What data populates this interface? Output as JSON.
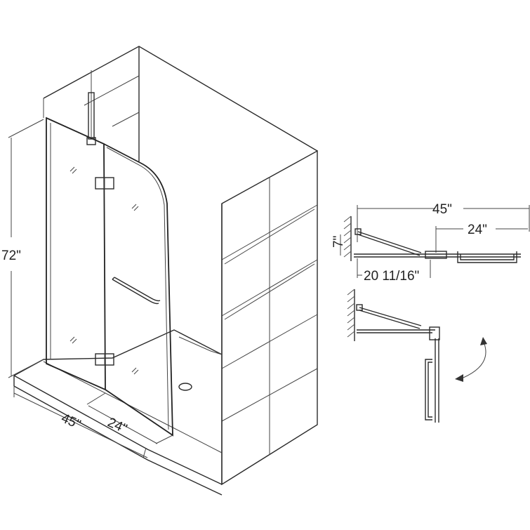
{
  "dimensions": {
    "height": "72\"",
    "width_left": "45\"",
    "panel_left": "24\"",
    "width_right": "45\"",
    "panel_right": "24\"",
    "offset": "20 11/16\"",
    "wall_offset": "7\""
  }
}
